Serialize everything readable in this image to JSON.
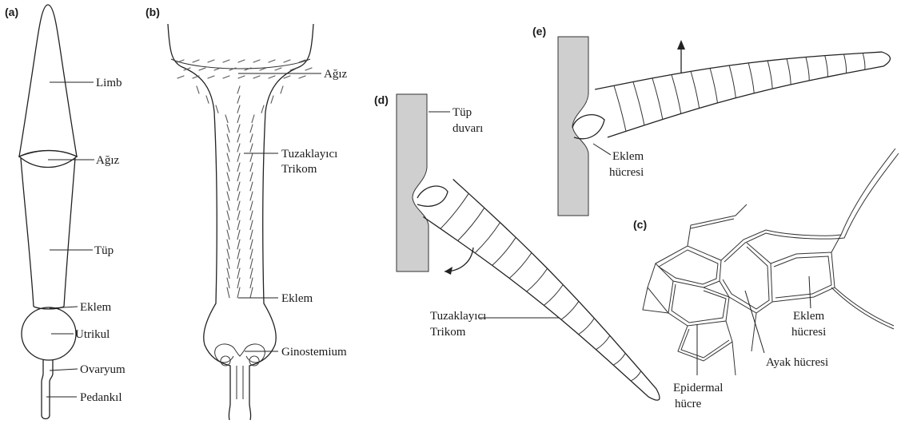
{
  "panel_a": {
    "letter": "(a)",
    "labels": {
      "limb": "Limb",
      "agiz": "Ağız",
      "tup": "Tüp",
      "eklem": "Eklem",
      "utrikul": "Utrikul",
      "ovaryum": "Ovaryum",
      "pedankil": "Pedankıl"
    }
  },
  "panel_b": {
    "letter": "(b)",
    "labels": {
      "agiz": "Ağız",
      "trikom_line1": "Tuzaklayıcı",
      "trikom_line2": "Trikom",
      "eklem": "Eklem",
      "ginostemium": "Ginostemium"
    }
  },
  "panel_c": {
    "letter": "(c)",
    "labels": {
      "eklem_line1": "Eklem",
      "eklem_line2": "hücresi",
      "ayak": "Ayak hücresi",
      "epidermal_line1": "Epidermal",
      "epidermal_line2": "hücre"
    }
  },
  "panel_d": {
    "letter": "(d)",
    "labels": {
      "tup_line1": "Tüp",
      "tup_line2": "duvarı",
      "trikom_line1": "Tuzaklayıcı",
      "trikom_line2": "Trikom"
    }
  },
  "panel_e": {
    "letter": "(e)",
    "labels": {
      "eklem_line1": "Eklem",
      "eklem_line2": "hücresi"
    }
  },
  "colors": {
    "line": "#222222",
    "wall_fill": "#cfcfcf",
    "background": "#ffffff"
  }
}
